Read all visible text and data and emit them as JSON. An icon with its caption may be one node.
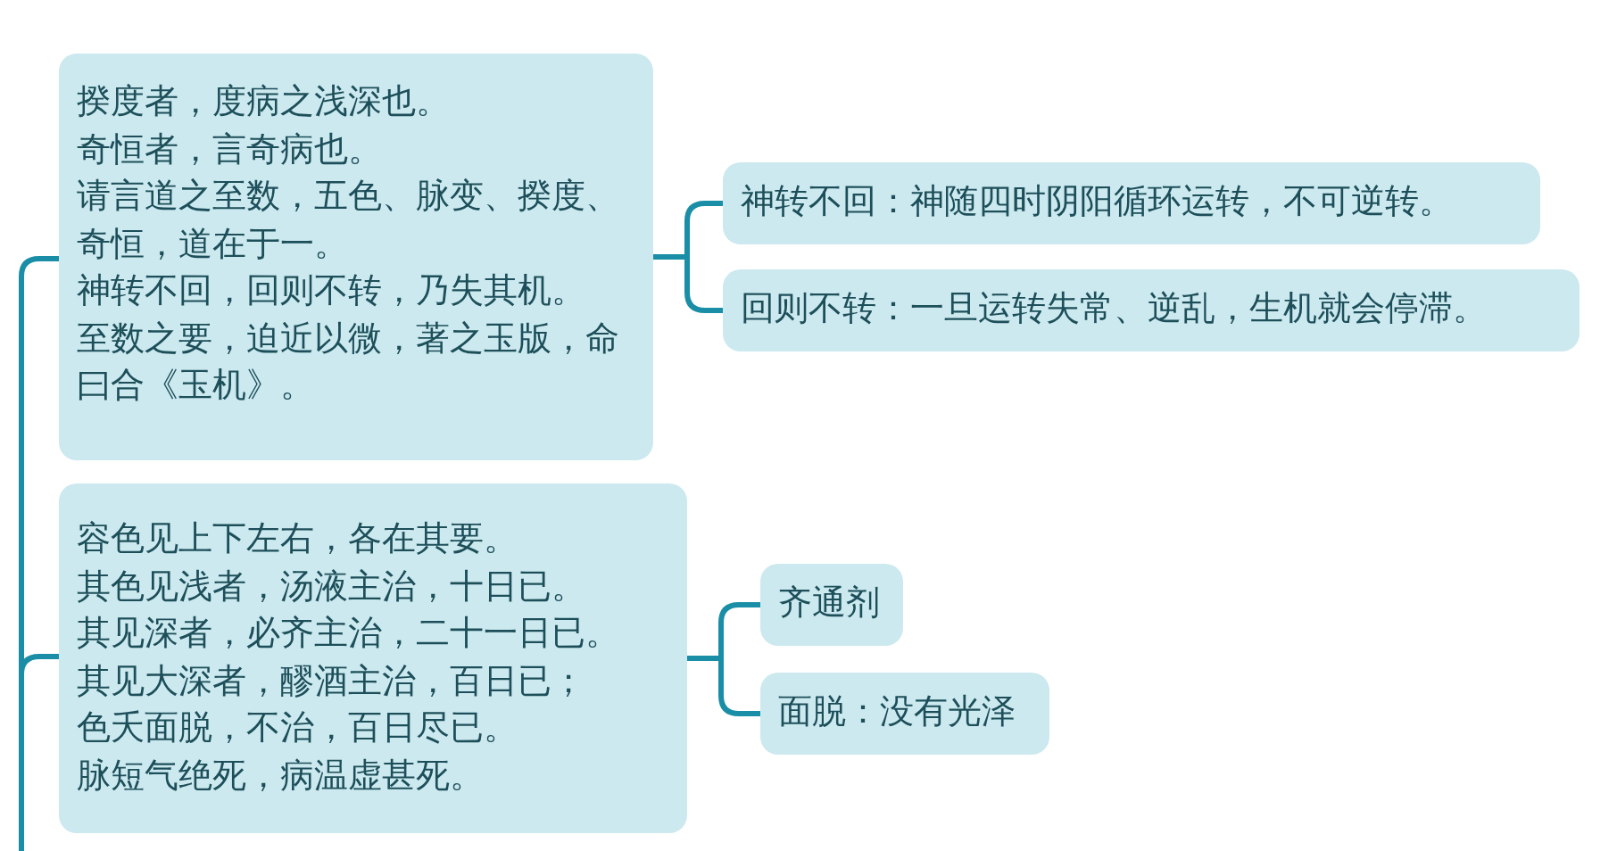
{
  "diagram": {
    "nodes": [
      {
        "text": [
          "揆度者，度病之浅深也。",
          "奇恒者，言奇病也。",
          "请言道之至数，五色、脉变、揆度、奇恒，道在于一。",
          "神转不回，回则不转，乃失其机。",
          "至数之要，迫近以微，著之玉版，命曰合《玉机》。"
        ]
      },
      {
        "text": [
          "神转不回：神随四时阴阳循环运转，不可逆转。"
        ]
      },
      {
        "text": [
          "回则不转：一旦运转失常、逆乱，生机就会停滞。"
        ]
      },
      {
        "text": [
          "容色见上下左右，各在其要。",
          "其色见浅者，汤液主治，十日已。",
          "其见深者，必齐主治，二十一日已。",
          "其见大深者，醪酒主治，百日已；",
          "色夭面脱，不治，百日尽已。",
          "脉短气绝死，病温虚甚死。"
        ]
      },
      {
        "text": [
          "齐通剂"
        ]
      },
      {
        "text": [
          "面脱：没有光泽"
        ]
      }
    ],
    "edges": [
      {
        "from": null,
        "to": 0,
        "arrow": "none"
      },
      {
        "from": null,
        "to": 3,
        "arrow": "none"
      },
      {
        "from": 0,
        "to": 1,
        "arrow": "none"
      },
      {
        "from": 0,
        "to": 2,
        "arrow": "none"
      },
      {
        "from": 3,
        "to": 4,
        "arrow": "none"
      },
      {
        "from": 3,
        "to": 5,
        "arrow": "none"
      }
    ]
  }
}
